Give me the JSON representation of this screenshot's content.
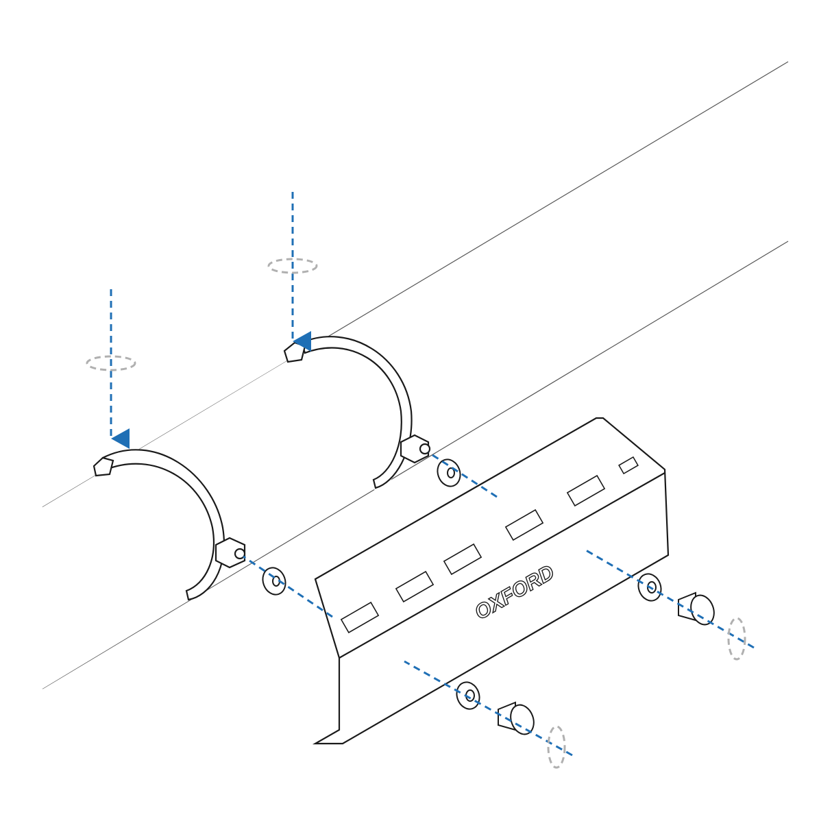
{
  "diagram": {
    "type": "exploded-assembly",
    "subject": "heat shield mounting on exhaust pipe",
    "brand_label": "OXFORD",
    "colors": {
      "outline": "#1a1a1a",
      "arrow": "#1f6fb5",
      "rotation_hint": "#b0b0b0",
      "background": "#ffffff"
    },
    "parts": [
      {
        "id": "pipe",
        "label": "exhaust pipe"
      },
      {
        "id": "clamp-left",
        "label": "hose clamp"
      },
      {
        "id": "clamp-right",
        "label": "hose clamp"
      },
      {
        "id": "heat-shield",
        "label": "heat shield plate"
      },
      {
        "id": "washer-1",
        "label": "washer"
      },
      {
        "id": "washer-2",
        "label": "washer"
      },
      {
        "id": "washer-3",
        "label": "washer"
      },
      {
        "id": "washer-4",
        "label": "washer"
      },
      {
        "id": "bolt-1",
        "label": "button head bolt"
      },
      {
        "id": "bolt-2",
        "label": "button head bolt"
      }
    ]
  }
}
